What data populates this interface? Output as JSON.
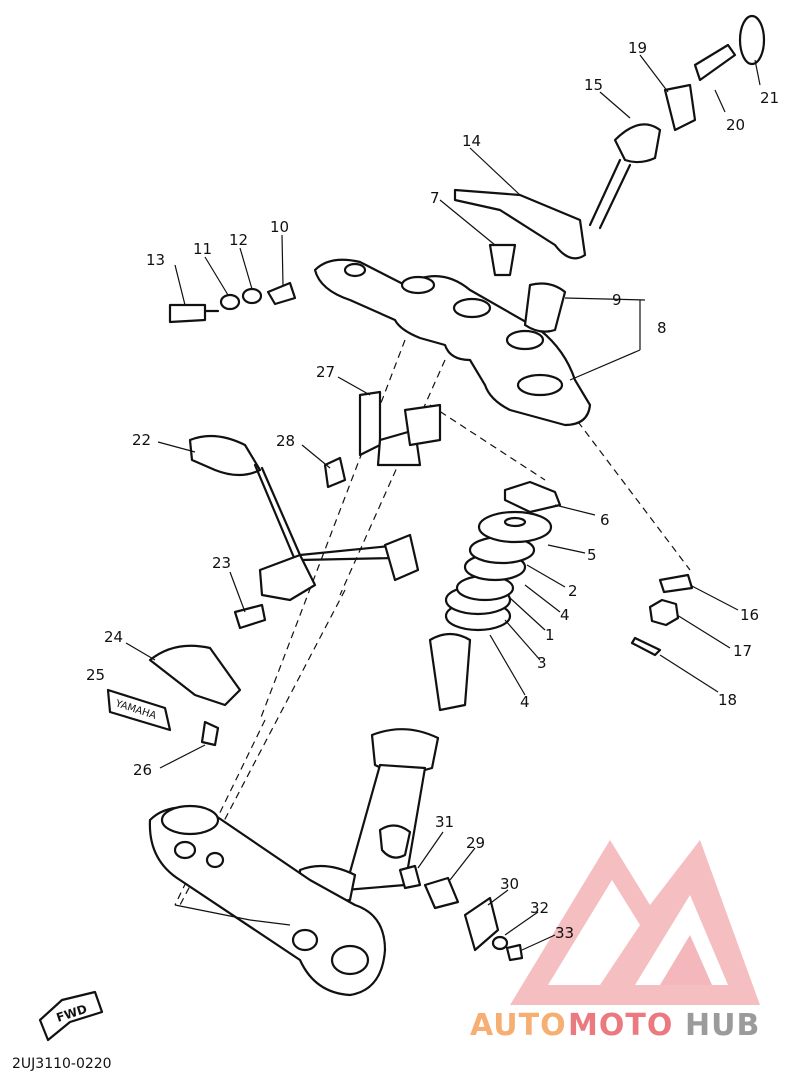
{
  "callouts": [
    "1",
    "2",
    "3",
    "4",
    "4",
    "5",
    "6",
    "7",
    "8",
    "9",
    "10",
    "11",
    "12",
    "13",
    "14",
    "15",
    "16",
    "17",
    "18",
    "19",
    "20",
    "21",
    "22",
    "23",
    "24",
    "25",
    "26",
    "27",
    "28",
    "29",
    "30",
    "31",
    "32",
    "33"
  ],
  "nameplate_text": "YAMAHA",
  "fwd_label": "FWD",
  "diagram_code": "2UJ3110-0220",
  "watermark": {
    "word_auto": "AUTO",
    "word_moto": "MOTO",
    "word_hub": "HUB",
    "color_orange": "#f5a15a",
    "color_red": "#e8636a",
    "color_gray": "#8a8a8a"
  }
}
